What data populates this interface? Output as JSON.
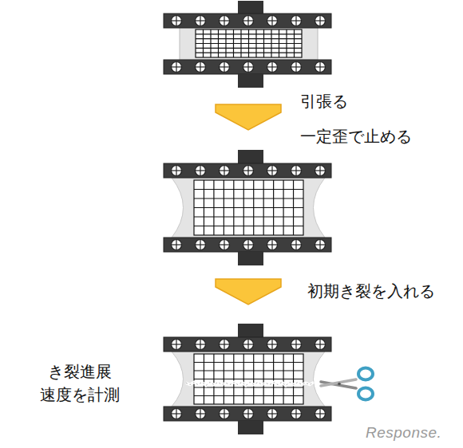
{
  "diagram": {
    "labels": [
      "引張る",
      "一定歪で止める",
      "初期き裂を入れる",
      "き裂進展 速度を計測",
      "Response."
    ]
  }
}
